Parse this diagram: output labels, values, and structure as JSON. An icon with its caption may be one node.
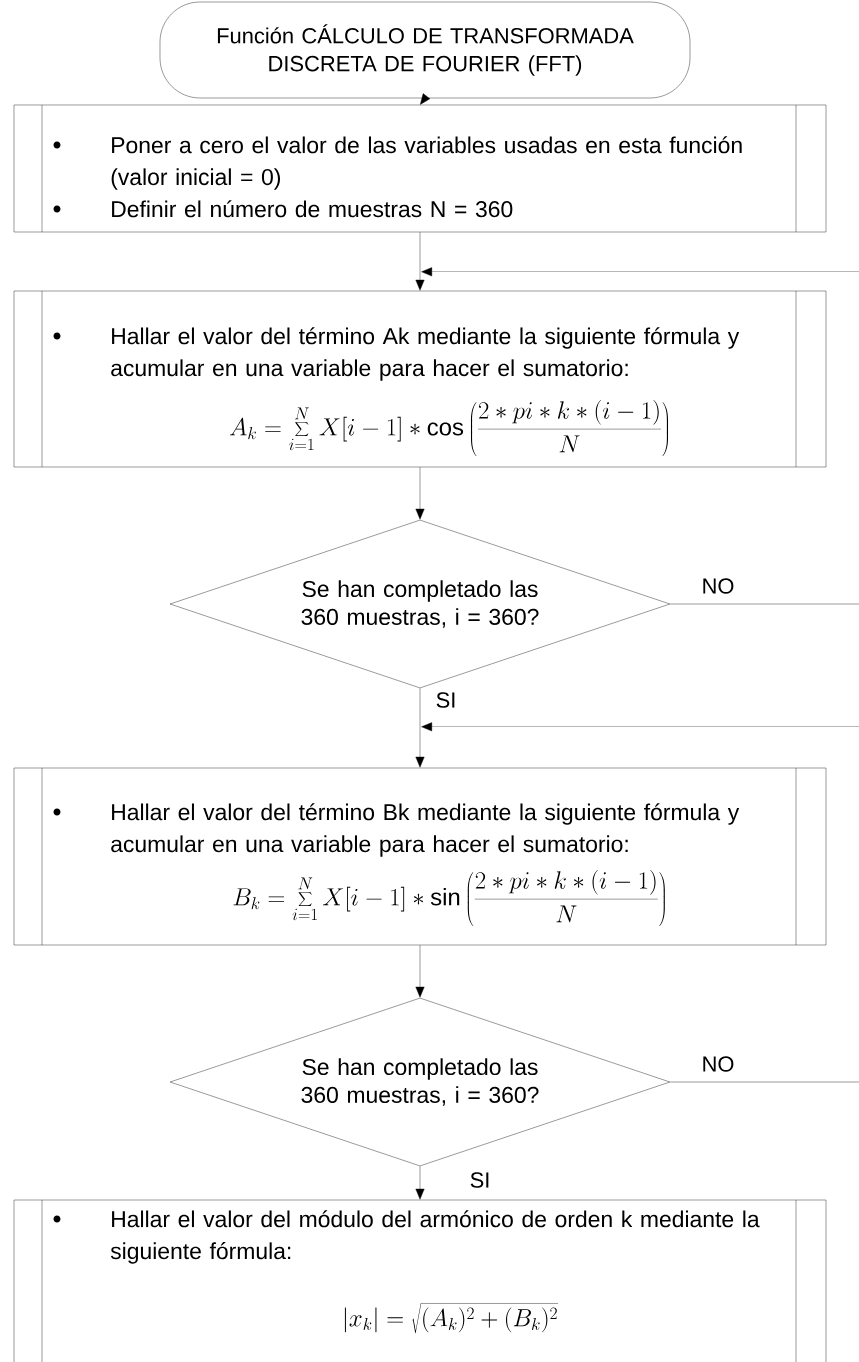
{
  "diagram": {
    "nodes": [
      {
        "text": [
          "Función CÁLCULO DE TRANSFORMADA DISCRETA DE FOURIER (FFT)"
        ]
      },
      {
        "text": [
          "Poner a cero el valor de las variables usadas en esta función (valor inicial = 0)",
          "Definir el número de muestras N = 360"
        ]
      },
      {
        "text": [
          "Hallar el valor del término Ak mediante la siguiente fórmula y acumular en una variable para hacer el sumatorio:",
          "A_k = \\sum_{i=1}^{N} X[i-1] * \\cos\\left(\\frac{2 * pi * k * (i-1)}{N}\\right)"
        ]
      },
      {
        "text": [
          "Se han completado las 360 muestras, i = 360?"
        ]
      },
      {
        "text": [
          "Hallar el valor del término Bk mediante la siguiente fórmula y acumular en una variable para hacer el sumatorio:",
          "B_k = \\sum_{i=1}^{N} X[i-1] * \\sin\\left(\\frac{2 * pi * k * (i-1)}{N}\\right)"
        ]
      },
      {
        "text": [
          "Se han completado las 360 muestras, i = 360?"
        ]
      },
      {
        "text": [
          "Hallar el valor del módulo del armónico de orden k mediante la siguiente fórmula:",
          "\\left|x_k\\right| = \\sqrt{(A_k)^2 + (B_k)^2}"
        ]
      }
    ],
    "edges": [
      {
        "from": 0,
        "to": 1,
        "arrow": "to"
      },
      {
        "from": 1,
        "to": 2,
        "arrow": "to"
      },
      {
        "from": null,
        "to": 2,
        "arrow": "to"
      },
      {
        "from": 2,
        "to": 3,
        "arrow": "to"
      },
      {
        "from": 3,
        "to": null,
        "arrow": "none",
        "label": "NO"
      },
      {
        "from": 3,
        "to": 4,
        "arrow": "to",
        "label": "SI"
      },
      {
        "from": null,
        "to": 4,
        "arrow": "to"
      },
      {
        "from": 4,
        "to": 5,
        "arrow": "to"
      },
      {
        "from": 5,
        "to": null,
        "arrow": "none",
        "label": "NO"
      },
      {
        "from": 5,
        "to": 6,
        "arrow": "to",
        "label": "SI"
      }
    ]
  }
}
